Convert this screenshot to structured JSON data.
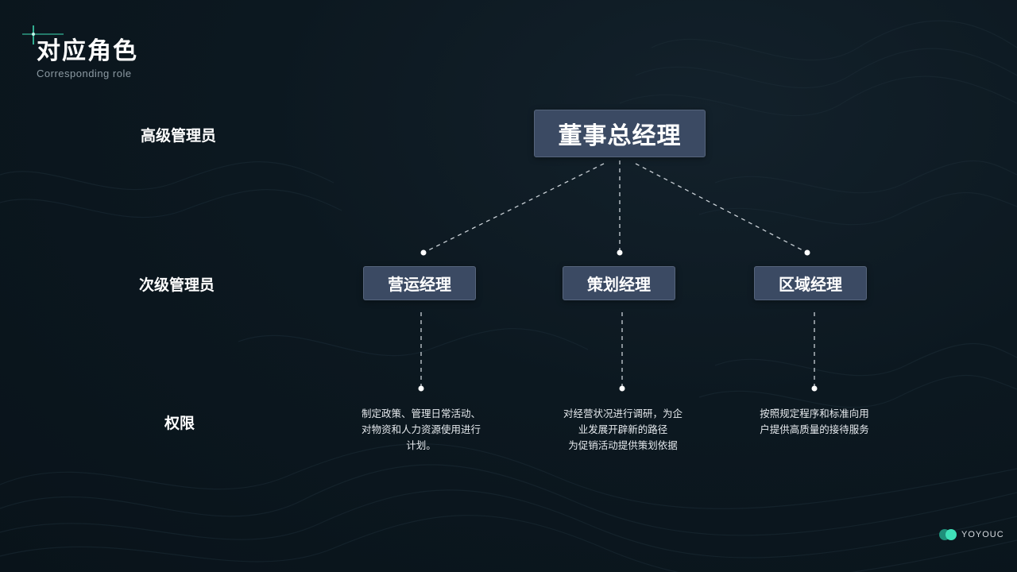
{
  "header": {
    "title": "对应角色",
    "subtitle": "Corresponding role"
  },
  "levels": {
    "senior": "高级管理员",
    "secondary": "次级管理员",
    "authority": "权限"
  },
  "org": {
    "top": "董事总经理",
    "managers": [
      {
        "name": "营运经理",
        "desc_lines": [
          "制定政策、管理日常活动、",
          "对物资和人力资源使用进行",
          "计划。"
        ]
      },
      {
        "name": "策划经理",
        "desc_lines": [
          "对经营状况进行调研，为企",
          "业发展开辟新的路径",
          "为促销活动提供策划依据"
        ]
      },
      {
        "name": "区域经理",
        "desc_lines": [
          "按照规定程序和标准向用",
          "户提供高质量的接待服务"
        ]
      }
    ]
  },
  "brand": {
    "text": "YOYOUC"
  },
  "colors": {
    "background": "#0c1820",
    "node_fill": "#3b4a63",
    "accent": "#3fe0b8"
  }
}
